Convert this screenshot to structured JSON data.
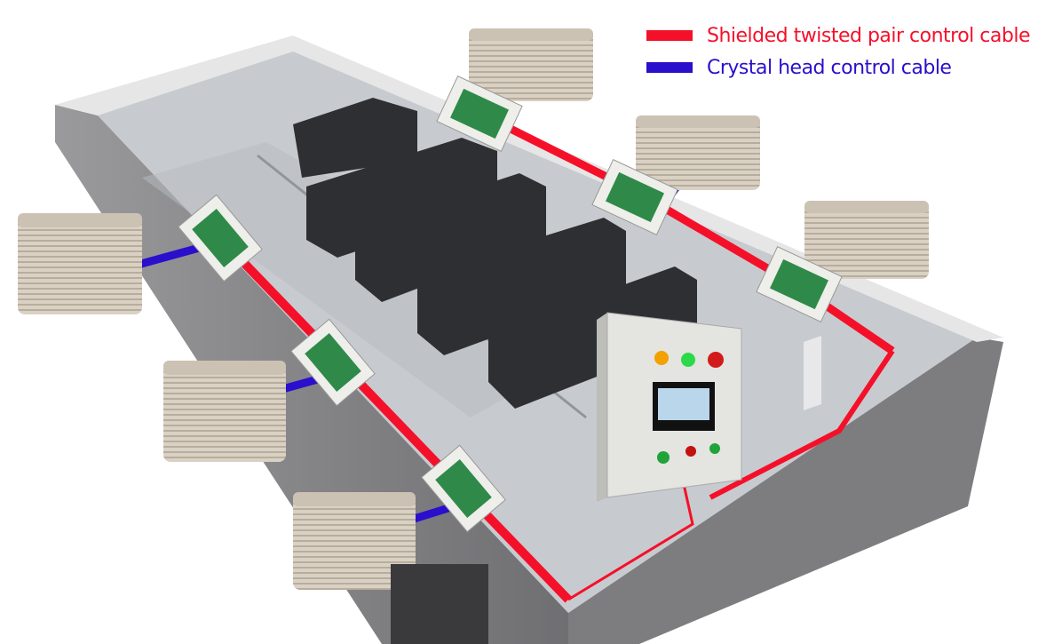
{
  "legend": {
    "items": [
      {
        "label": "Shielded twisted pair control cable",
        "color": "#f5102a"
      },
      {
        "label": "Crystal head control cable",
        "color": "#2a0fcc"
      }
    ]
  },
  "colors": {
    "wall": "#8a8a8c",
    "floor": "#c9cdd0",
    "rack": "#2e2f33",
    "cooler": "#d8d0c4",
    "panel": "#e4e4e0"
  },
  "components": {
    "coolers": 6,
    "controllers": 6,
    "control_panel": {
      "indicator_colors": [
        "#f2a100",
        "#2bd94a",
        "#d31a1a",
        "#1fa33a",
        "#c21212",
        "#1fa33a"
      ]
    }
  }
}
